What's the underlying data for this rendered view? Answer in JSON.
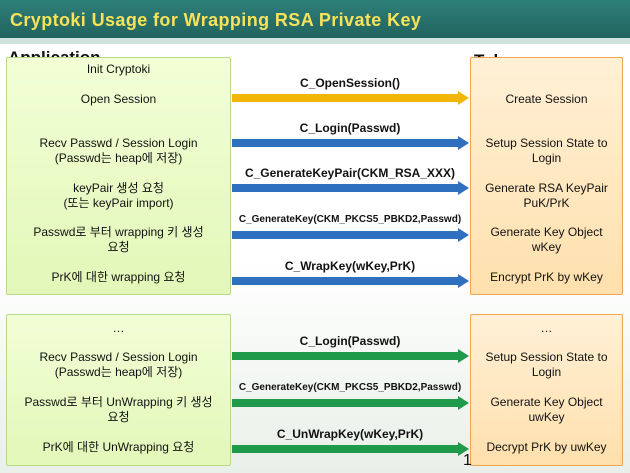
{
  "title": "Cryptoki Usage for Wrapping RSA Private Key",
  "labels": {
    "application": "Application",
    "token": "Token"
  },
  "top": {
    "app": [
      "Init Cryptoki",
      "Open Session",
      "Recv Passwd / Session Login\n(Passwd는 heap에 저장)",
      "keyPair 생성 요청\n(또는 keyPair import)",
      "Passwd로 부터 wrapping 키 생성\n요청",
      "PrK에 대한 wrapping 요청"
    ],
    "calls": [
      "C_OpenSession()",
      "C_Login(Passwd)",
      "C_GenerateKeyPair(CKM_RSA_XXX)",
      "C_GenerateKey(CKM_PKCS5_PBKD2,Passwd)",
      "C_WrapKey(wKey,PrK)"
    ],
    "token": [
      "Create Session",
      "Setup Session State to\nLogin",
      "Generate RSA KeyPair\nPuK/PrK",
      "Generate Key Object\nwKey",
      "Encrypt PrK by wKey"
    ]
  },
  "bottom": {
    "app": [
      "…",
      "Recv Passwd / Session Login\n(Passwd는 heap에 저장)",
      "Passwd로 부터 UnWrapping 키 생성\n요청",
      "PrK에 대한 UnWrapping 요청"
    ],
    "calls": [
      "C_Login(Passwd)",
      "C_GenerateKey(CKM_PKCS5_PBKD2,Passwd)",
      "C_UnWrapKey(wKey,PrK)"
    ],
    "token": [
      "…",
      "Setup Session State to\nLogin",
      "Generate Key Object\nuwKey",
      "Decrypt PrK by uwKey"
    ]
  },
  "page_number": "1",
  "colors": {
    "yellow_arrow": "#f2b705",
    "blue_arrow": "#2f6fbf",
    "green_arrow": "#1f9a4a"
  }
}
